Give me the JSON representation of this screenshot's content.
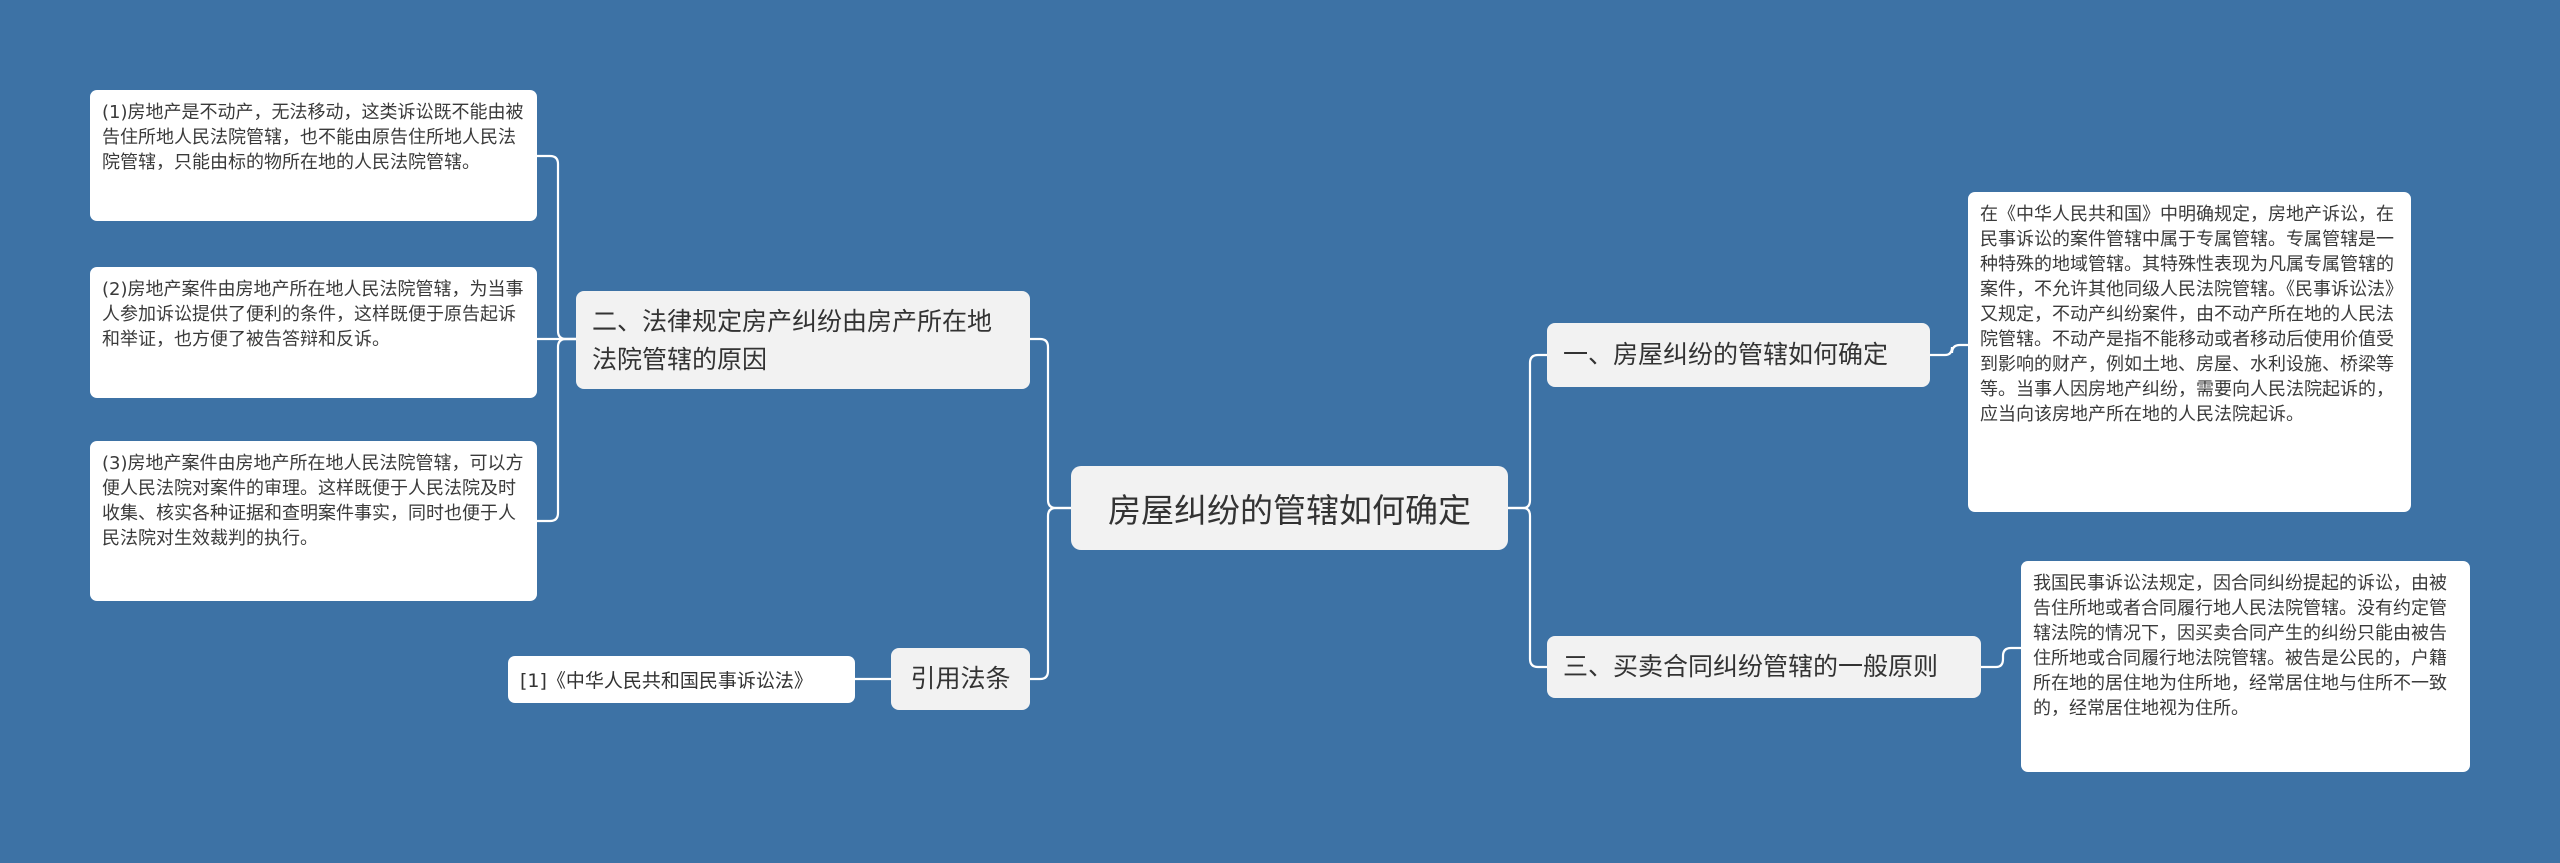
{
  "root": {
    "label": "房屋纠纷的管辖如何确定"
  },
  "branches": [
    {
      "label": "一、房屋纠纷的管辖如何确定",
      "children": [
        "在《中华人民共和国》中明确规定，房地产诉讼，在民事诉讼的案件管辖中属于专属管辖。专属管辖是一种特殊的地域管辖。其特殊性表现为凡属专属管辖的案件，不允许其他同级人民法院管辖。《民事诉讼法》又规定，不动产纠纷案件，由不动产所在地的人民法院管辖。不动产是指不能移动或者移动后使用价值受到影响的财产，例如土地、房屋、水利设施、桥梁等等。当事人因房地产纠纷，需要向人民法院起诉的，应当向该房地产所在地的人民法院起诉。"
      ]
    },
    {
      "label": "三、买卖合同纠纷管辖的一般原则",
      "children": [
        "我国民事诉讼法规定，因合同纠纷提起的诉讼，由被告住所地或者合同履行地人民法院管辖。没有约定管辖法院的情况下，因买卖合同产生的纠纷只能由被告住所地或合同履行地法院管辖。被告是公民的，户籍所在地的居住地为住所地，经常居住地与住所不一致的，经常居住地视为住所。"
      ]
    },
    {
      "label": "二、法律规定房产纠纷由房产所在地法院管辖的原因",
      "children": [
        "(1)房地产是不动产，无法移动，这类诉讼既不能由被告住所地人民法院管辖，也不能由原告住所地人民法院管辖，只能由标的物所在地的人民法院管辖。",
        "(2)房地产案件由房地产所在地人民法院管辖，为当事人参加诉讼提供了便利的条件，这样既便于原告起诉和举证，也方便了被告答辩和反诉。",
        "(3)房地产案件由房地产所在地人民法院管辖，可以方便人民法院对案件的审理。这样既便于人民法院及时收集、核实各种证据和查明案件事实，同时也便于人民法院对生效裁判的执行。"
      ]
    },
    {
      "label": "引用法条",
      "children": [
        "[1]《中华人民共和国民事诉讼法》"
      ]
    }
  ]
}
